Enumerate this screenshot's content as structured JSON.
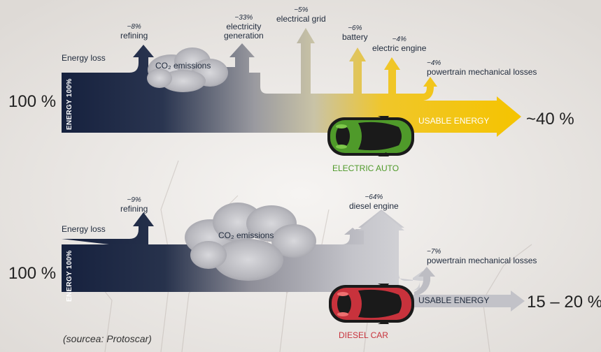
{
  "electric": {
    "start_percent": "100 %",
    "energy_label": "ENERGY 100%",
    "energy_loss_label": "Energy loss",
    "co2_label": "CO₂ emissions",
    "losses": [
      {
        "percent": "−8%",
        "label": "refining"
      },
      {
        "percent": "−33%",
        "label": "electricity",
        "label2": "generation"
      },
      {
        "percent": "−5%",
        "label": "electrical grid"
      },
      {
        "percent": "−6%",
        "label": "battery"
      },
      {
        "percent": "−4%",
        "label": "electric engine"
      },
      {
        "percent": "−4%",
        "label": "powertrain mechanical losses"
      }
    ],
    "usable_label": "USABLE ENERGY",
    "result": "~40 %",
    "car_label": "ELECTRIC AUTO",
    "car_color": "#4f9a2a",
    "arrow_color": "#f2c200"
  },
  "diesel": {
    "start_percent": "100 %",
    "energy_label": "ENERGY 100%",
    "energy_loss_label": "Energy loss",
    "co2_label": "CO₂ emissions",
    "losses": [
      {
        "percent": "−9%",
        "label": "refining"
      },
      {
        "percent": "−64%",
        "label": "diesel engine"
      },
      {
        "percent": "−7%",
        "label": "powertrain mechanical losses"
      }
    ],
    "usable_label": "USABLE ENERGY",
    "result": "15 – 20 %",
    "car_label": "DIESEL CAR",
    "car_color": "#c8323c",
    "arrow_color": "#b8b8be"
  },
  "source": "(sourcea: Protoscar)"
}
